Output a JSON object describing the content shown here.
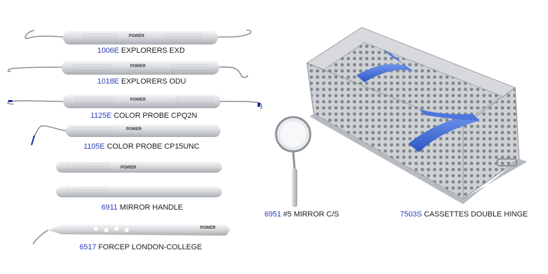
{
  "items": [
    {
      "code": "1006E",
      "name": "EXPLORERS EXD"
    },
    {
      "code": "1018E",
      "name": "EXPLORERS ODU"
    },
    {
      "code": "1125E",
      "name": "COLOR PROBE CPQ2N"
    },
    {
      "code": "1105E",
      "name": "COLOR PROBE CP15UNC"
    },
    {
      "code": "6911",
      "name": "MIRROR HANDLE"
    },
    {
      "code": "6517",
      "name": "FORCEP LONDON-COLLEGE"
    },
    {
      "code": "6951",
      "name": "#5 MIRROR C/S"
    },
    {
      "code": "7503S",
      "name": "CASSETTES DOUBLE HINGE"
    }
  ],
  "brand_logo": "POWER",
  "colors": {
    "code": "#2a3bb8",
    "silicone": "#3f6ed8",
    "steel": "#c9ccd0"
  }
}
